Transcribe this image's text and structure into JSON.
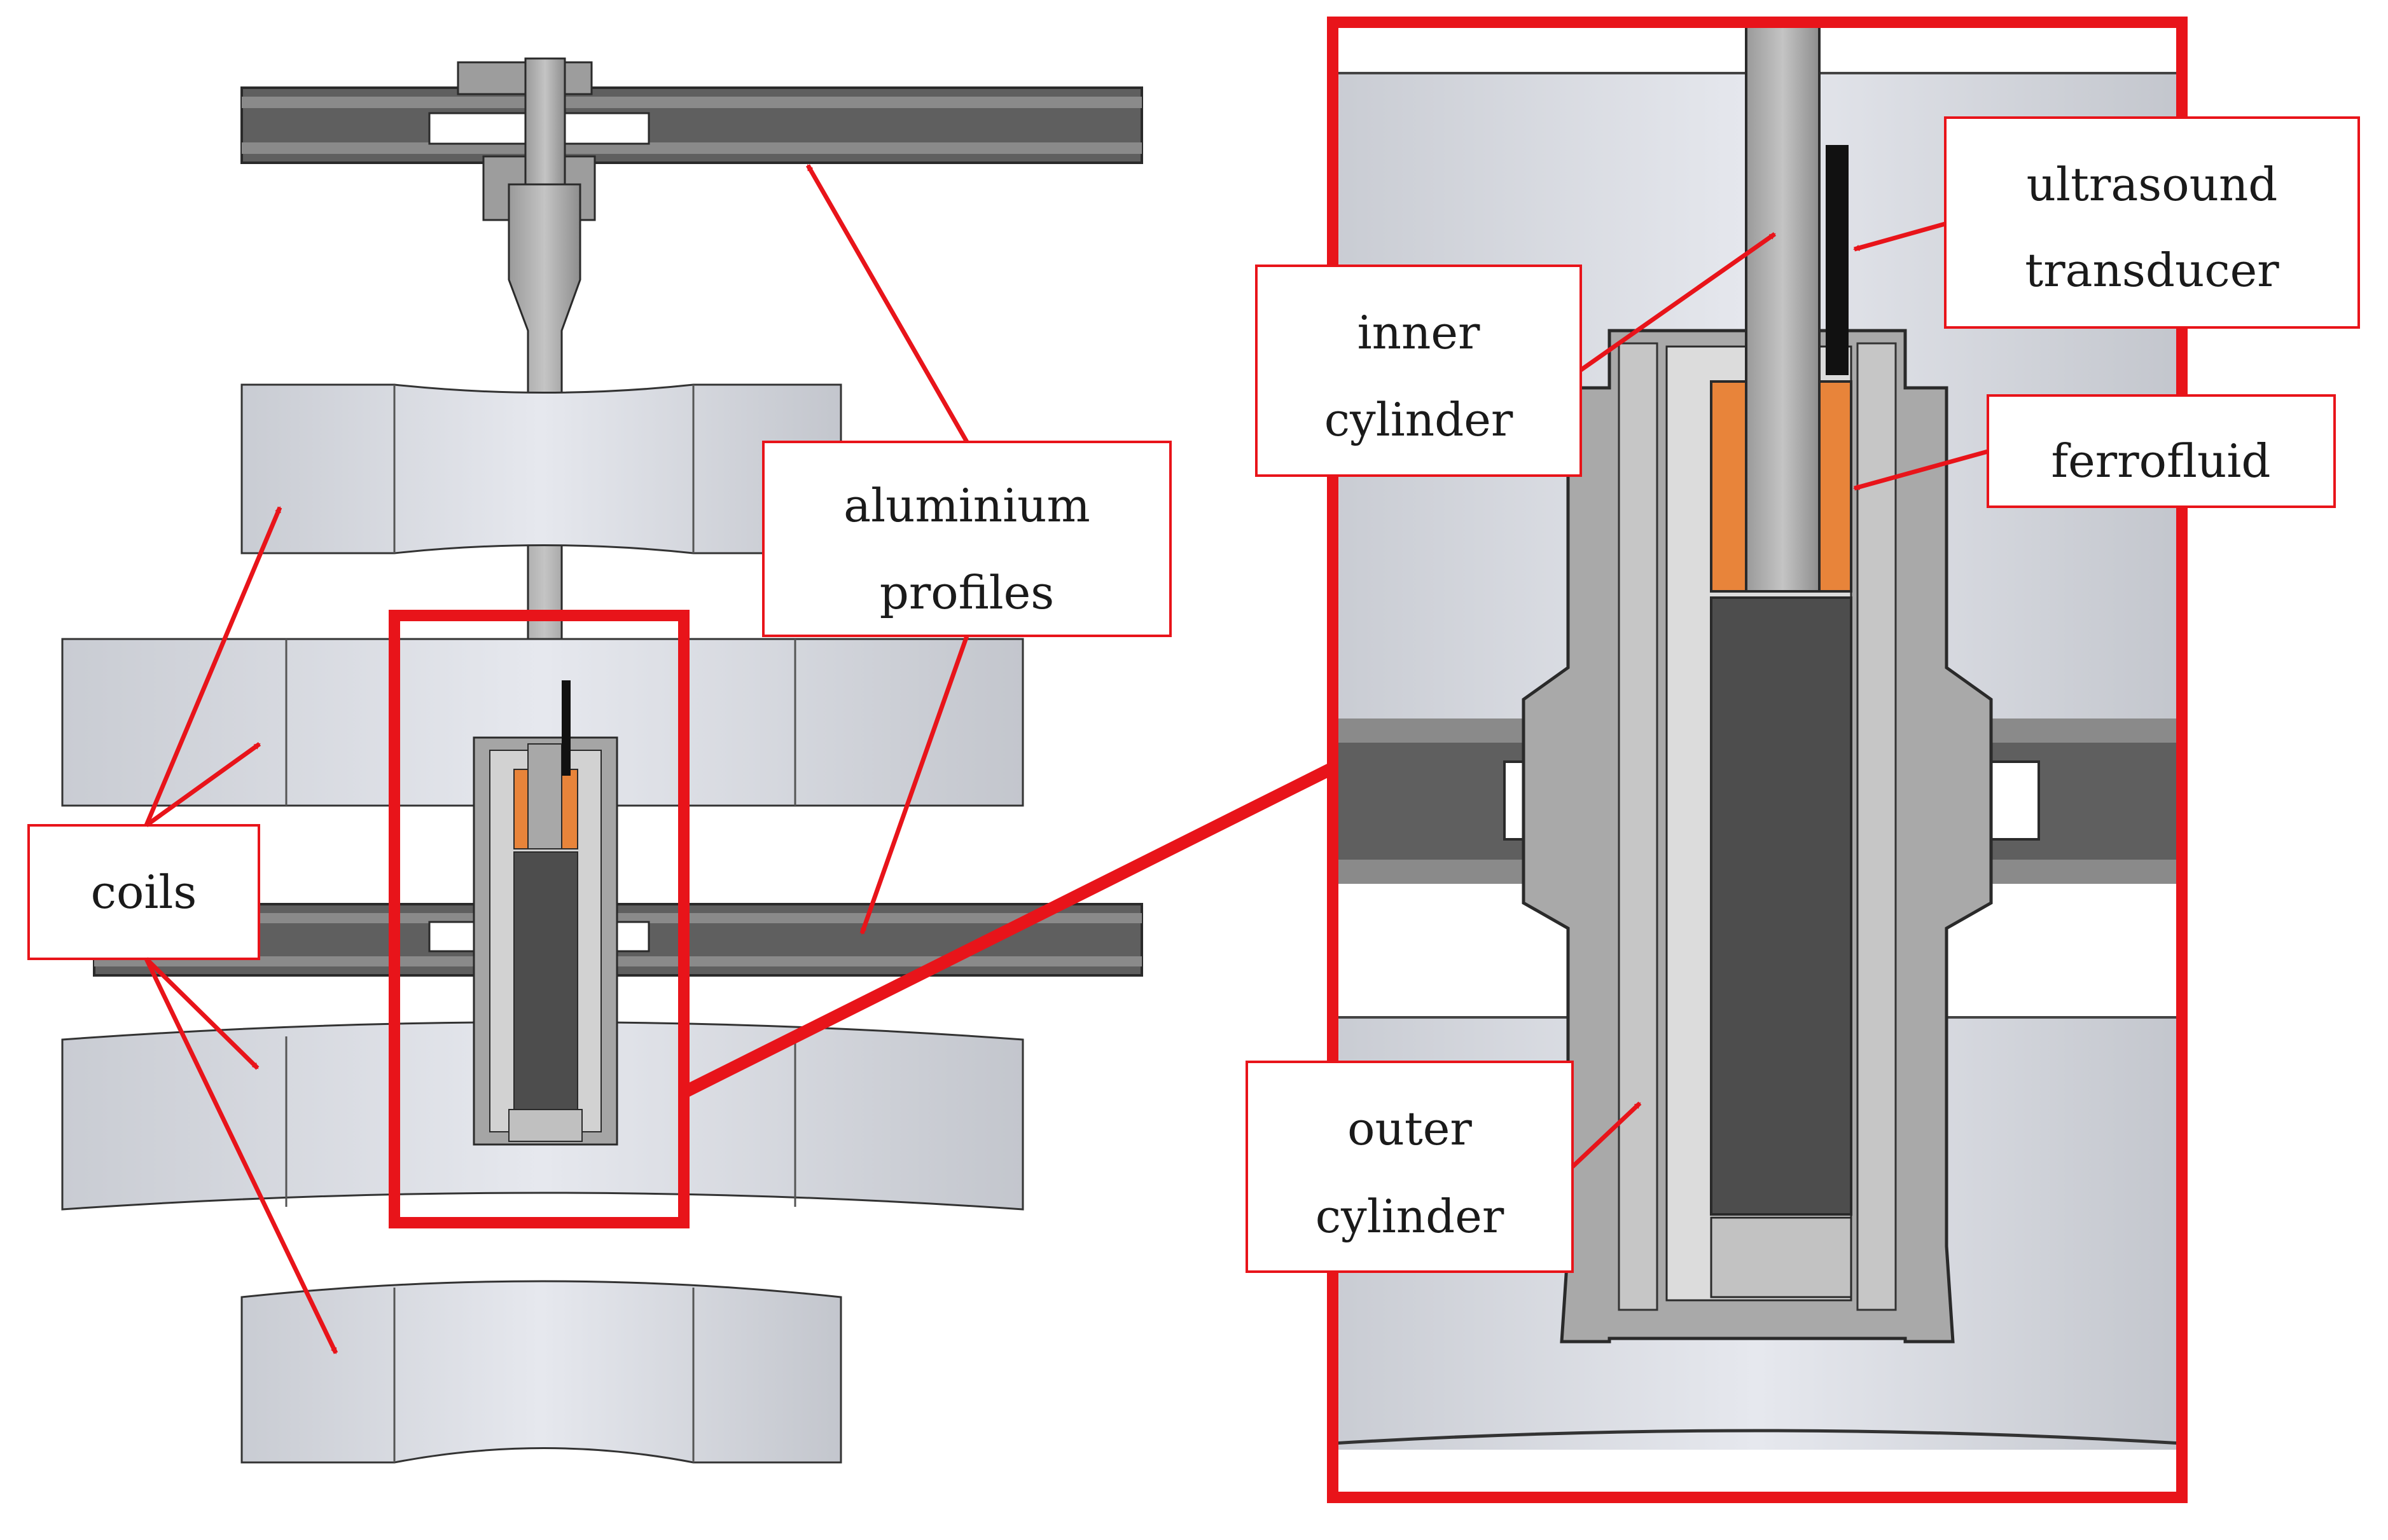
{
  "labels": {
    "coils": "coils",
    "aluminium_line1": "aluminium",
    "aluminium_line2": "profiles",
    "inner_line1": "inner",
    "inner_line2": "cylinder",
    "ultrasound_line1": "ultrasound",
    "ultrasound_line2": "transducer",
    "ferrofluid": "ferrofluid",
    "outer_line1": "outer",
    "outer_line2": "cylinder"
  },
  "colors": {
    "annotation_red": "#e8141a",
    "coil_fill": "#d8dbe2",
    "profile_dark": "#5f5f5f",
    "cylinder_grey": "#a9a9a9",
    "rod_grey": "#a8a8a8",
    "ferrofluid_orange": "#e8843a",
    "core_dark": "#4d4d4d",
    "transducer_black": "#111111"
  }
}
